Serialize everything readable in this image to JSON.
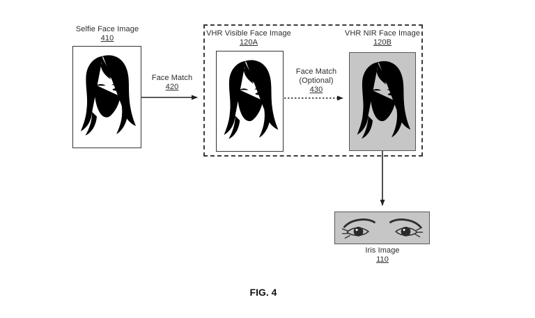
{
  "figure": {
    "caption": "FIG. 4",
    "nodes": {
      "selfie": {
        "label": "Selfie Face Image",
        "ref": "410"
      },
      "visible": {
        "label": "VHR Visible Face Image",
        "ref": "120A"
      },
      "nir": {
        "label": "VHR NIR Face Image",
        "ref": "120B"
      },
      "iris": {
        "label": "Iris Image",
        "ref": "110"
      }
    },
    "edges": {
      "face_match": {
        "label": "Face Match",
        "ref": "420"
      },
      "face_match_optional": {
        "label": "Face Match",
        "sublabel": "(Optional)",
        "ref": "430"
      }
    }
  },
  "colors": {
    "background": "#ffffff",
    "line": "#222222",
    "sketch_stroke": "#4a4a4a",
    "nir_fill": "#c6c6c6",
    "border": "#333333"
  }
}
